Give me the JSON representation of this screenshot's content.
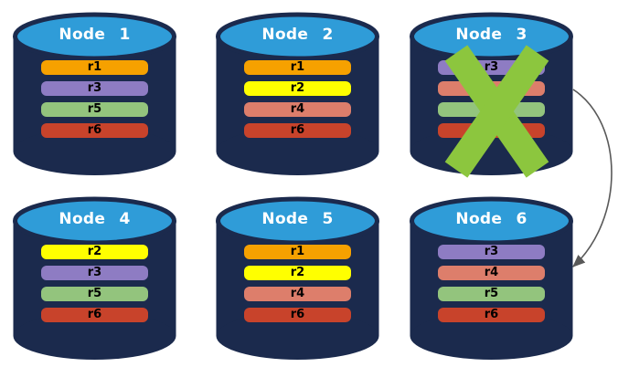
{
  "colors": {
    "background": "#FFFFFF",
    "cylinder_body": "#1B2A4D",
    "cylinder_cap": "#2F9CD8",
    "node_title_text": "#FFFFFF",
    "record_label_text": "#000000",
    "failure_x": "#8CC63E",
    "arrow": "#595959"
  },
  "nodes": [
    {
      "title": "Node 1",
      "failed": false,
      "records": [
        {
          "label": "r1",
          "color": "#F6A100"
        },
        {
          "label": "r3",
          "color": "#8E7CC3"
        },
        {
          "label": "r5",
          "color": "#93C47D"
        },
        {
          "label": "r6",
          "color": "#C8432B"
        }
      ]
    },
    {
      "title": "Node 2",
      "failed": false,
      "records": [
        {
          "label": "r1",
          "color": "#F6A100"
        },
        {
          "label": "r2",
          "color": "#FFFF00"
        },
        {
          "label": "r4",
          "color": "#DD7E6B"
        },
        {
          "label": "r6",
          "color": "#C8432B"
        }
      ]
    },
    {
      "title": "Node 3",
      "failed": true,
      "records": [
        {
          "label": "r3",
          "color": "#8E7CC3"
        },
        {
          "label": "",
          "color": "#DD7E6B"
        },
        {
          "label": "",
          "color": "#93C47D"
        },
        {
          "label": "",
          "color": "#C8432B"
        }
      ]
    },
    {
      "title": "Node 4",
      "failed": false,
      "records": [
        {
          "label": "r2",
          "color": "#FFFF00"
        },
        {
          "label": "r3",
          "color": "#8E7CC3"
        },
        {
          "label": "r5",
          "color": "#93C47D"
        },
        {
          "label": "r6",
          "color": "#C8432B"
        }
      ]
    },
    {
      "title": "Node 5",
      "failed": false,
      "records": [
        {
          "label": "r1",
          "color": "#F6A100"
        },
        {
          "label": "r2",
          "color": "#FFFF00"
        },
        {
          "label": "r4",
          "color": "#DD7E6B"
        },
        {
          "label": "r6",
          "color": "#C8432B"
        }
      ]
    },
    {
      "title": "Node 6",
      "failed": false,
      "records": [
        {
          "label": "r3",
          "color": "#8E7CC3"
        },
        {
          "label": "r4",
          "color": "#DD7E6B"
        },
        {
          "label": "r5",
          "color": "#93C47D"
        },
        {
          "label": "r6",
          "color": "#C8432B"
        }
      ]
    }
  ],
  "arrow": {
    "from": "Node 3",
    "to": "Node 6"
  }
}
